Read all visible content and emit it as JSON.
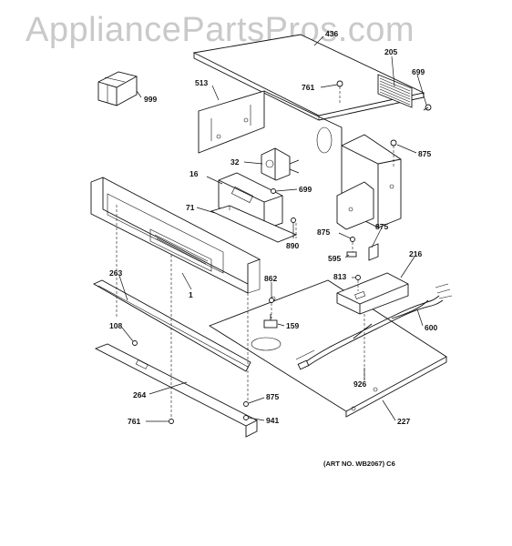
{
  "watermark": "AppliancePartsPros.com",
  "art_number": "(ART NO. WB2067) C6",
  "callouts": {
    "c999": "999",
    "c436": "436",
    "c205": "205",
    "c699a": "699",
    "c513": "513",
    "c761a": "761",
    "c875a": "875",
    "c32": "32",
    "c16": "16",
    "c699b": "699",
    "c71": "71",
    "c890": "890",
    "c875b": "875",
    "c875c": "875",
    "c595": "595",
    "c216": "216",
    "c813": "813",
    "c263": "263",
    "c1": "1",
    "c862": "862",
    "c159": "159",
    "c600": "600",
    "c108": "108",
    "c926": "926",
    "c264": "264",
    "c875d": "875",
    "c941": "941",
    "c761b": "761",
    "c227": "227"
  }
}
